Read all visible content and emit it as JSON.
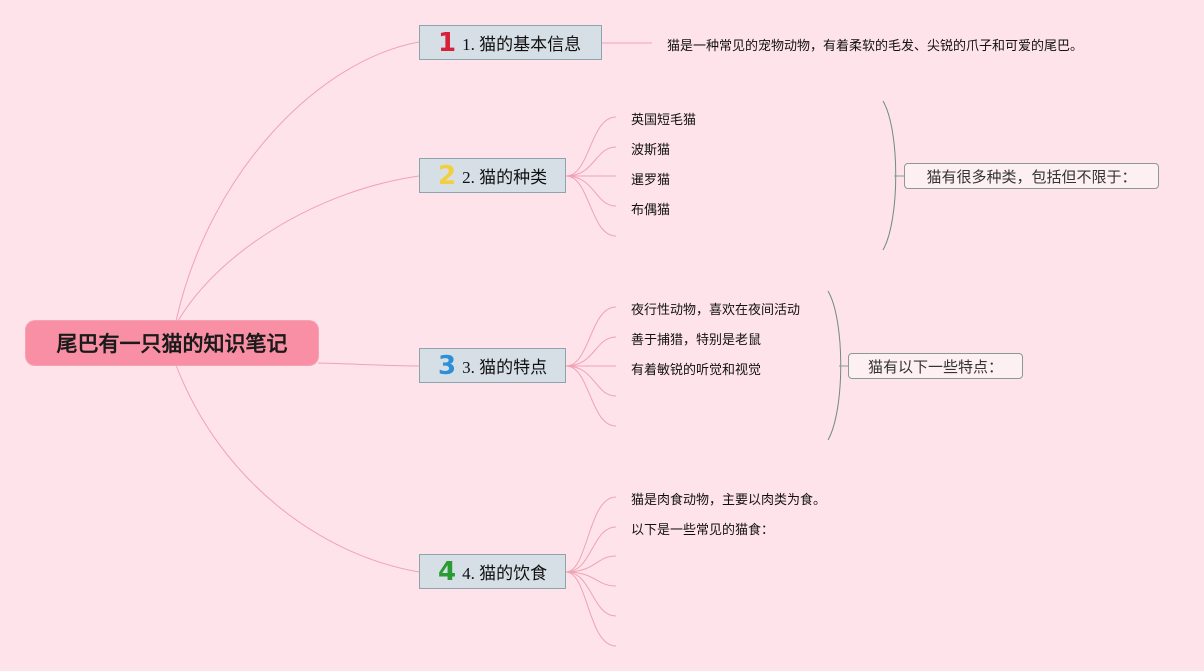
{
  "root": {
    "title": "尾巴有一只猫的知识笔记"
  },
  "topics": [
    {
      "number": "1",
      "label": "1. 猫的基本信息",
      "number_color": "#d9203a"
    },
    {
      "number": "2",
      "label": "2. 猫的种类",
      "number_color": "#f2d03d"
    },
    {
      "number": "3",
      "label": "3. 猫的特点",
      "number_color": "#2d8fd5"
    },
    {
      "number": "4",
      "label": "4. 猫的饮食",
      "number_color": "#2a9a32"
    }
  ],
  "basic_info": {
    "text": "猫是一种常见的宠物动物，有着柔软的毛发、尖锐的爪子和可爱的尾巴。"
  },
  "types": {
    "items": [
      "英国短毛猫",
      "波斯猫",
      "暹罗猫",
      "布偶猫"
    ],
    "summary": "猫有很多种类，包括但不限于："
  },
  "traits": {
    "items": [
      "夜行性动物，喜欢在夜间活动",
      "善于捕猎，特别是老鼠",
      "有着敏锐的听觉和视觉"
    ],
    "summary": "猫有以下一些特点："
  },
  "diet": {
    "items": [
      "猫是肉食动物，主要以肉类为食。",
      "以下是一些常见的猫食："
    ]
  },
  "colors": {
    "background": "#fee4ea",
    "root_fill": "#f88fa4",
    "topic_fill": "#d6dfe6",
    "connector": "#f0a2b4",
    "bracket": "#6e8b80"
  }
}
